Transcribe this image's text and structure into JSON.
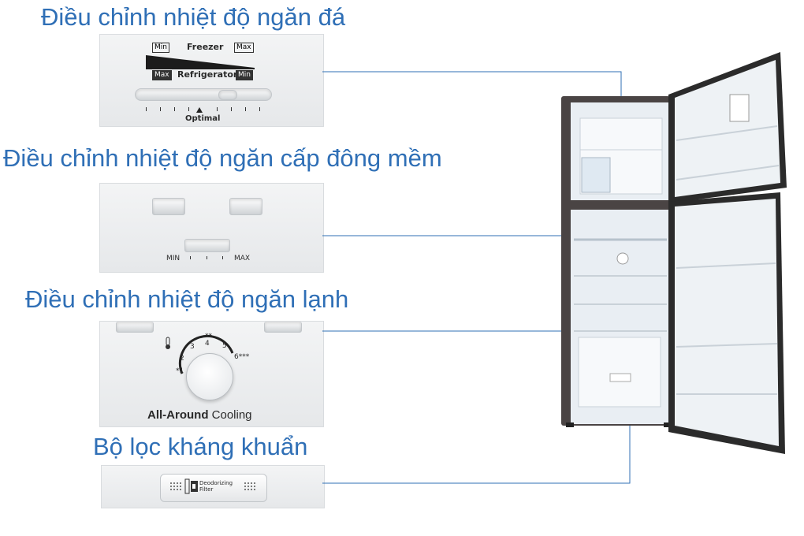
{
  "captions": {
    "freezer_control": "Điều chỉnh nhiệt độ ngăn đá",
    "soft_freeze_control": "Điều chỉnh nhiệt độ ngăn cấp đông mềm",
    "fridge_control": "Điều chỉnh nhiệt độ ngăn lạnh",
    "filter": "Bộ lọc kháng khuẩn"
  },
  "freezer_panel": {
    "top_min": "Min",
    "top_label": "Freezer",
    "top_max": "Max",
    "bottom_max": "Max",
    "bottom_label": "Refrigerator",
    "bottom_min": "Min",
    "optimal": "Optimal"
  },
  "soft_panel": {
    "min": "MIN",
    "max": "MAX"
  },
  "fridge_panel": {
    "dial_numbers": [
      "1",
      "2",
      "3",
      "4",
      "5",
      "6"
    ],
    "brand_bold": "All-Around",
    "brand_regular": "Cooling"
  },
  "filter_panel": {
    "line1": "Deodorizing",
    "line2": "Filter"
  },
  "colors": {
    "caption": "#2f6fb6",
    "leader_line": "#2f6fb6",
    "fridge_body": "#2b2b2b"
  }
}
